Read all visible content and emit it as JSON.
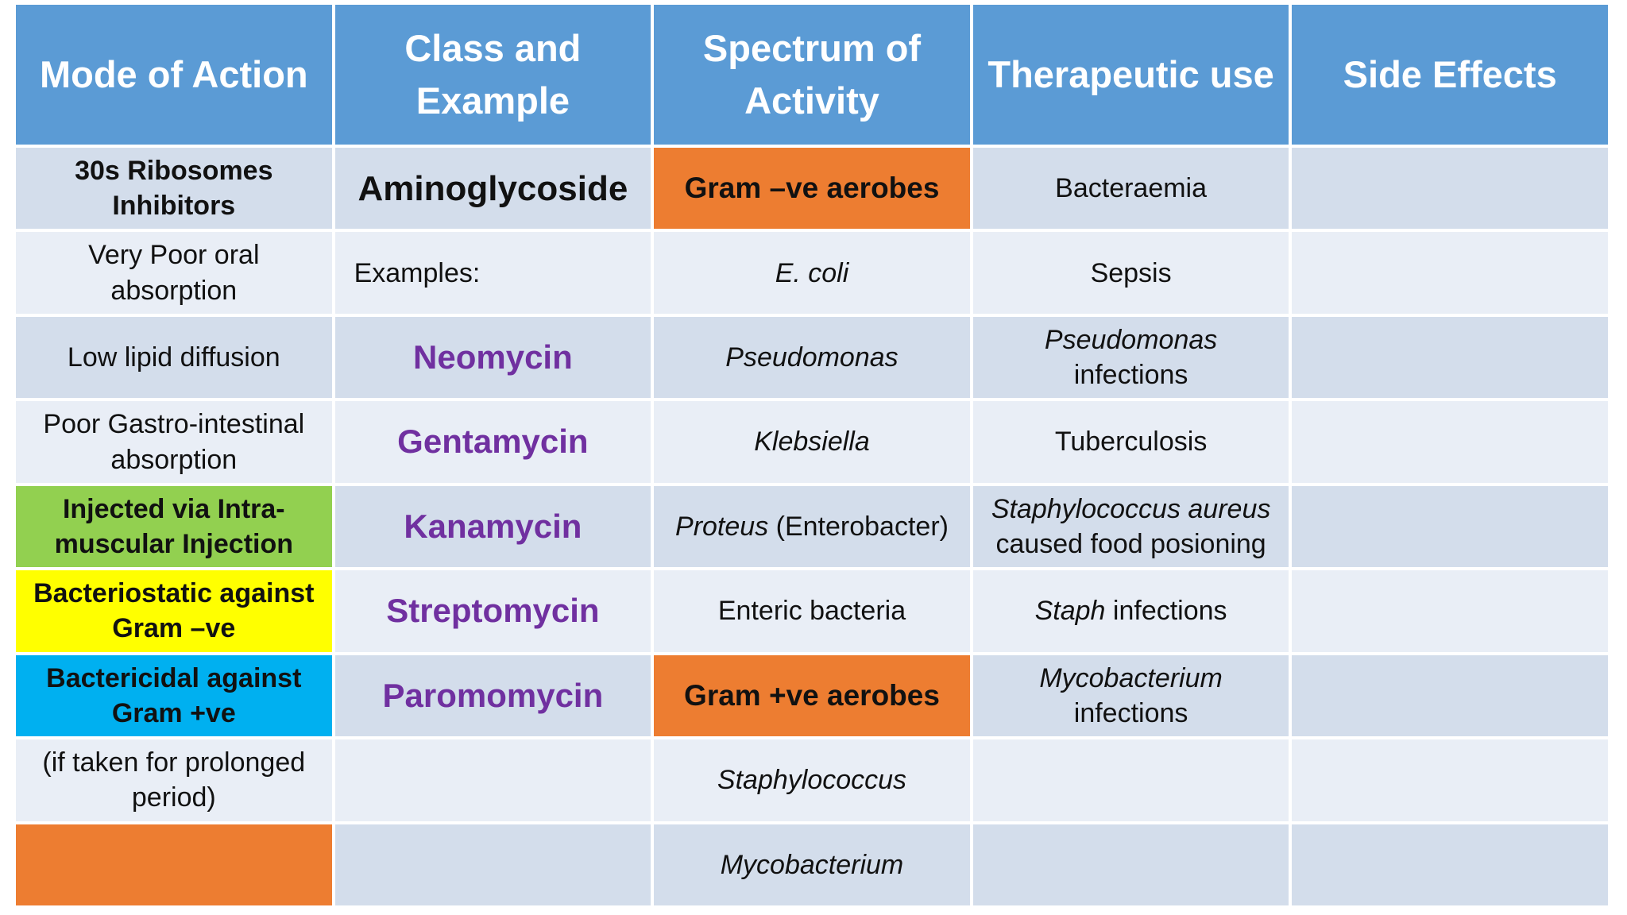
{
  "table": {
    "headers": [
      "Mode of Action",
      "Class and Example",
      "Spectrum of Activity",
      "Therapeutic use",
      "Side Effects"
    ],
    "rows": [
      {
        "cells": [
          {
            "parts": [
              {
                "t": "30s Ribosomes Inhibitors",
                "i": false
              }
            ],
            "style": "bold",
            "bg": null,
            "align": "center"
          },
          {
            "parts": [
              {
                "t": "Aminoglycoside",
                "i": false
              }
            ],
            "style": "class",
            "bg": null,
            "align": "center"
          },
          {
            "parts": [
              {
                "t": "Gram –ve aerobes",
                "i": false
              }
            ],
            "style": "spectrum",
            "bg": "orange",
            "align": "center"
          },
          {
            "parts": [
              {
                "t": "Bacteraemia",
                "i": false
              }
            ],
            "style": "normal",
            "bg": null,
            "align": "center"
          },
          {
            "parts": [],
            "style": "normal",
            "bg": null,
            "align": "center"
          }
        ]
      },
      {
        "cells": [
          {
            "parts": [
              {
                "t": "Very Poor oral absorption",
                "i": false
              }
            ],
            "style": "normal",
            "bg": null,
            "align": "center"
          },
          {
            "parts": [
              {
                "t": "Examples:",
                "i": false
              }
            ],
            "style": "normal",
            "bg": null,
            "align": "left"
          },
          {
            "parts": [
              {
                "t": "E. coli",
                "i": true
              }
            ],
            "style": "normal",
            "bg": null,
            "align": "center"
          },
          {
            "parts": [
              {
                "t": "Sepsis",
                "i": false
              }
            ],
            "style": "normal",
            "bg": null,
            "align": "center"
          },
          {
            "parts": [],
            "style": "normal",
            "bg": null,
            "align": "center"
          }
        ]
      },
      {
        "cells": [
          {
            "parts": [
              {
                "t": "Low lipid diffusion",
                "i": false
              }
            ],
            "style": "normal",
            "bg": null,
            "align": "center"
          },
          {
            "parts": [
              {
                "t": "Neomycin",
                "i": false
              }
            ],
            "style": "drug",
            "bg": null,
            "align": "center"
          },
          {
            "parts": [
              {
                "t": "Pseudomonas",
                "i": true
              }
            ],
            "style": "normal",
            "bg": null,
            "align": "center"
          },
          {
            "parts": [
              {
                "t": "Pseudomonas",
                "i": true
              },
              {
                "t": " infections",
                "i": false
              }
            ],
            "style": "normal",
            "bg": null,
            "align": "center"
          },
          {
            "parts": [],
            "style": "normal",
            "bg": null,
            "align": "center"
          }
        ]
      },
      {
        "cells": [
          {
            "parts": [
              {
                "t": "Poor Gastro-intestinal absorption",
                "i": false
              }
            ],
            "style": "normal",
            "bg": null,
            "align": "center"
          },
          {
            "parts": [
              {
                "t": "Gentamycin",
                "i": false
              }
            ],
            "style": "drug",
            "bg": null,
            "align": "center"
          },
          {
            "parts": [
              {
                "t": "Klebsiella",
                "i": true
              }
            ],
            "style": "normal",
            "bg": null,
            "align": "center"
          },
          {
            "parts": [
              {
                "t": "Tuberculosis",
                "i": false
              }
            ],
            "style": "normal",
            "bg": null,
            "align": "center"
          },
          {
            "parts": [],
            "style": "normal",
            "bg": null,
            "align": "center"
          }
        ]
      },
      {
        "cells": [
          {
            "parts": [
              {
                "t": "Injected via Intra-muscular Injection",
                "i": false
              }
            ],
            "style": "bold",
            "bg": "green",
            "align": "center"
          },
          {
            "parts": [
              {
                "t": "Kanamycin",
                "i": false
              }
            ],
            "style": "drug",
            "bg": null,
            "align": "center"
          },
          {
            "parts": [
              {
                "t": "Proteus",
                "i": true
              },
              {
                "t": " (Enterobacter)",
                "i": false
              }
            ],
            "style": "normal",
            "bg": null,
            "align": "center"
          },
          {
            "parts": [
              {
                "t": "Staphylococcus aureus",
                "i": true
              },
              {
                "t": " caused food posioning",
                "i": false
              }
            ],
            "style": "normal",
            "bg": null,
            "align": "center"
          },
          {
            "parts": [],
            "style": "normal",
            "bg": null,
            "align": "center"
          }
        ]
      },
      {
        "cells": [
          {
            "parts": [
              {
                "t": "Bacteriostatic against Gram –ve",
                "i": false
              }
            ],
            "style": "bold",
            "bg": "yellow",
            "align": "center"
          },
          {
            "parts": [
              {
                "t": "Streptomycin",
                "i": false
              }
            ],
            "style": "drug",
            "bg": null,
            "align": "center"
          },
          {
            "parts": [
              {
                "t": "Enteric bacteria",
                "i": false
              }
            ],
            "style": "normal",
            "bg": null,
            "align": "center"
          },
          {
            "parts": [
              {
                "t": "Staph",
                "i": true
              },
              {
                "t": " infections",
                "i": false
              }
            ],
            "style": "normal",
            "bg": null,
            "align": "center"
          },
          {
            "parts": [],
            "style": "normal",
            "bg": null,
            "align": "center"
          }
        ]
      },
      {
        "cells": [
          {
            "parts": [
              {
                "t": "Bactericidal against Gram +ve",
                "i": false
              }
            ],
            "style": "bold",
            "bg": "cyan",
            "align": "center"
          },
          {
            "parts": [
              {
                "t": "Paromomycin",
                "i": false
              }
            ],
            "style": "drug",
            "bg": null,
            "align": "center"
          },
          {
            "parts": [
              {
                "t": "Gram +ve aerobes",
                "i": false
              }
            ],
            "style": "spectrum",
            "bg": "orange",
            "align": "center"
          },
          {
            "parts": [
              {
                "t": "Mycobacterium",
                "i": true
              },
              {
                "t": " infections",
                "i": false
              }
            ],
            "style": "normal",
            "bg": null,
            "align": "center"
          },
          {
            "parts": [],
            "style": "normal",
            "bg": null,
            "align": "center"
          }
        ]
      },
      {
        "cells": [
          {
            "parts": [
              {
                "t": "(if taken for prolonged period)",
                "i": false
              }
            ],
            "style": "normal",
            "bg": null,
            "align": "center"
          },
          {
            "parts": [],
            "style": "normal",
            "bg": null,
            "align": "center"
          },
          {
            "parts": [
              {
                "t": "Staphylococcus",
                "i": true
              }
            ],
            "style": "normal",
            "bg": null,
            "align": "center"
          },
          {
            "parts": [],
            "style": "normal",
            "bg": null,
            "align": "center"
          },
          {
            "parts": [],
            "style": "normal",
            "bg": null,
            "align": "center"
          }
        ]
      },
      {
        "cells": [
          {
            "parts": [],
            "style": "normal",
            "bg": "orange",
            "align": "center"
          },
          {
            "parts": [],
            "style": "normal",
            "bg": null,
            "align": "center"
          },
          {
            "parts": [
              {
                "t": "Mycobacterium",
                "i": true
              }
            ],
            "style": "normal",
            "bg": null,
            "align": "center"
          },
          {
            "parts": [],
            "style": "normal",
            "bg": null,
            "align": "center"
          },
          {
            "parts": [],
            "style": "normal",
            "bg": null,
            "align": "center"
          }
        ]
      }
    ]
  },
  "colors": {
    "header_blue": "#5B9BD5",
    "band_dark": "#D3DDEB",
    "band_light": "#E9EEF6",
    "highlight_orange": "#ED7D31",
    "highlight_green": "#92D050",
    "highlight_yellow": "#FFFF00",
    "highlight_cyan": "#00B0F0",
    "drug_purple": "#7030A0",
    "grid_line": "#FFFFFF"
  }
}
